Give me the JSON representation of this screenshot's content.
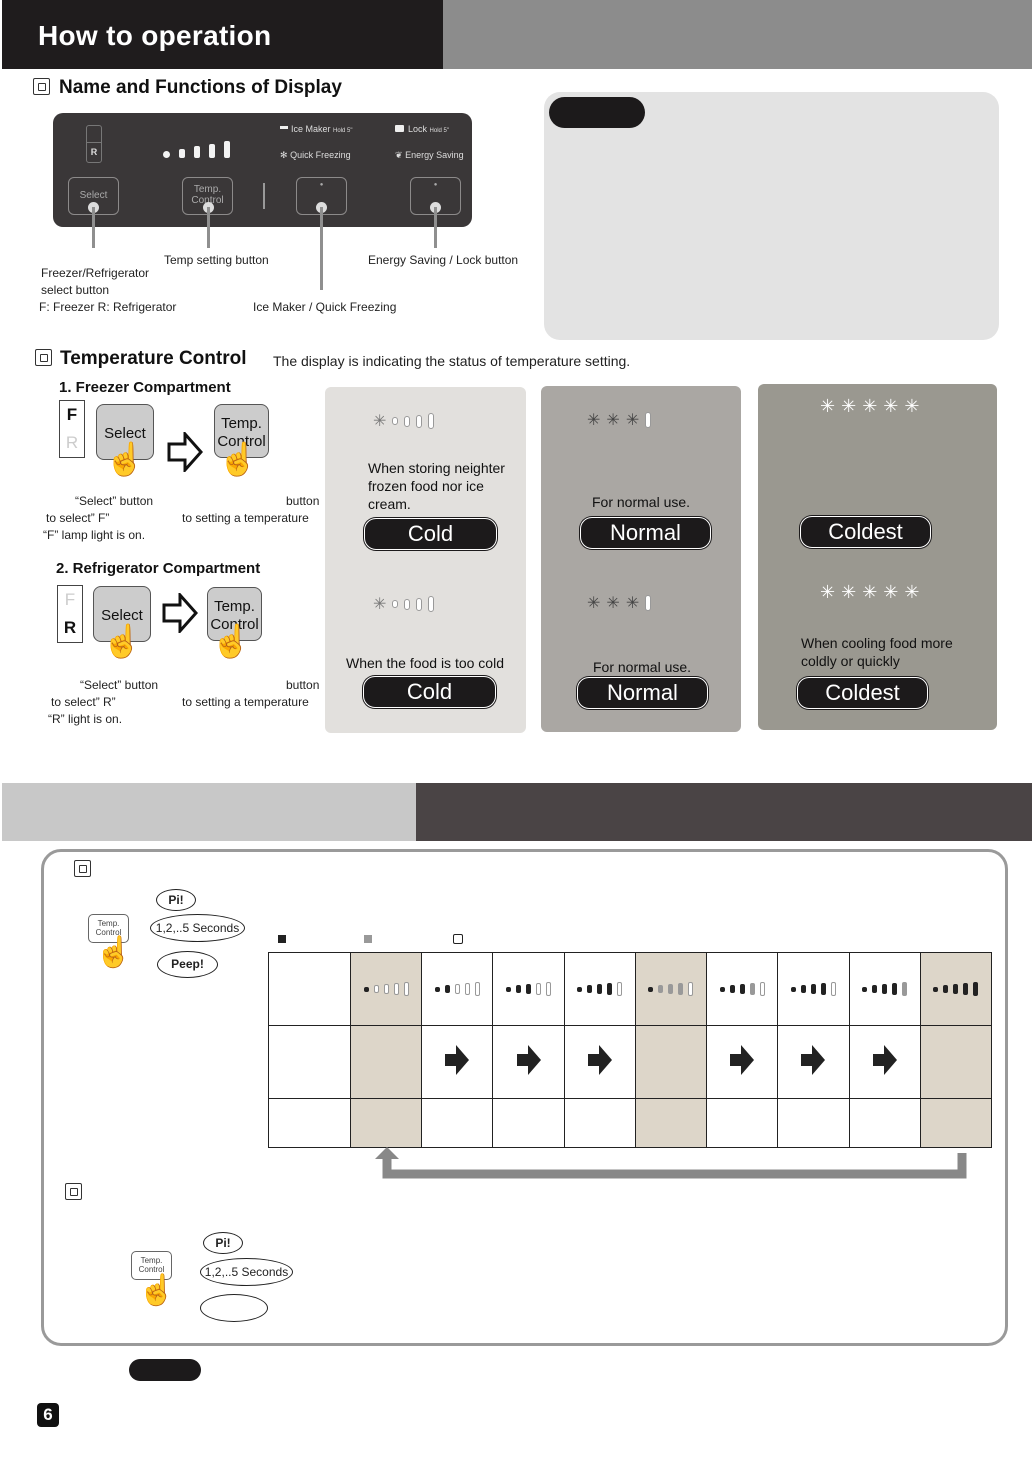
{
  "header": {
    "title": "How to operation"
  },
  "display_section": {
    "title": "Name and Functions of Display",
    "panel": {
      "indicator_r": "R",
      "ice_maker_label": "Ice Maker",
      "ice_maker_hold": "Hold 5\"",
      "lock_label": "Lock",
      "lock_hold": "Hold 5\"",
      "quick_freezing_label": "Quick Freezing",
      "energy_saving_label": "Energy Saving",
      "select_button": "Select",
      "temp_button": "Temp. Control"
    },
    "callouts": {
      "select_line1": "Freezer/Refrigerator",
      "select_line2": "select button",
      "select_line3": "F: Freezer  R: Refrigerator",
      "temp": "Temp setting button",
      "ice": "Ice Maker / Quick Freezing",
      "energy": "Energy Saving / Lock button"
    }
  },
  "temperature_section": {
    "title": "Temperature Control",
    "subtitle": "The display is indicating the  status of temperature setting.",
    "freezer": {
      "heading": "1. Freezer Compartment",
      "f": "F",
      "r": "R",
      "select": "Select",
      "temp": "Temp. Control",
      "cap1": "“Select” button",
      "cap2": "to select” F”",
      "cap3": "“F” lamp light is on.",
      "cap4": "button",
      "cap5": "to setting a temperature"
    },
    "refrigerator": {
      "heading": "2. Refrigerator Compartment",
      "f": "F",
      "r": "R",
      "select": "Select",
      "temp": "Temp. Control",
      "cap1": "“Select” button",
      "cap2": "to select” R”",
      "cap3": "“R” light is on.",
      "cap4": "button",
      "cap5": "to setting a temperature"
    },
    "columns": [
      {
        "top_text": "When storing neighter frozen food nor ice cream.",
        "top_pill": "Cold",
        "bottom_text": "When the food is too cold",
        "bottom_pill": "Cold",
        "color": "#e2e0dd"
      },
      {
        "top_text": "For normal use.",
        "top_pill": "Normal",
        "bottom_text": "For normal use.",
        "bottom_pill": "Normal",
        "color": "#aaa7a3"
      },
      {
        "top_text": "",
        "top_pill": "Coldest",
        "bottom_text": "When cooling food more coldly or quickly",
        "bottom_pill": "Coldest",
        "color": "#9a9890"
      }
    ]
  },
  "bottom": {
    "bubble1": "Pi!",
    "bubble2": "1,2,..5 Seconds",
    "bubble3": "Peep!",
    "bubble4": "Pi!",
    "bubble5": "1,2,..5 Seconds",
    "btn_label": "Temp. Control",
    "legend_colors": [
      "#222222",
      "#999999",
      "#ffffff"
    ]
  },
  "page_number": "6"
}
